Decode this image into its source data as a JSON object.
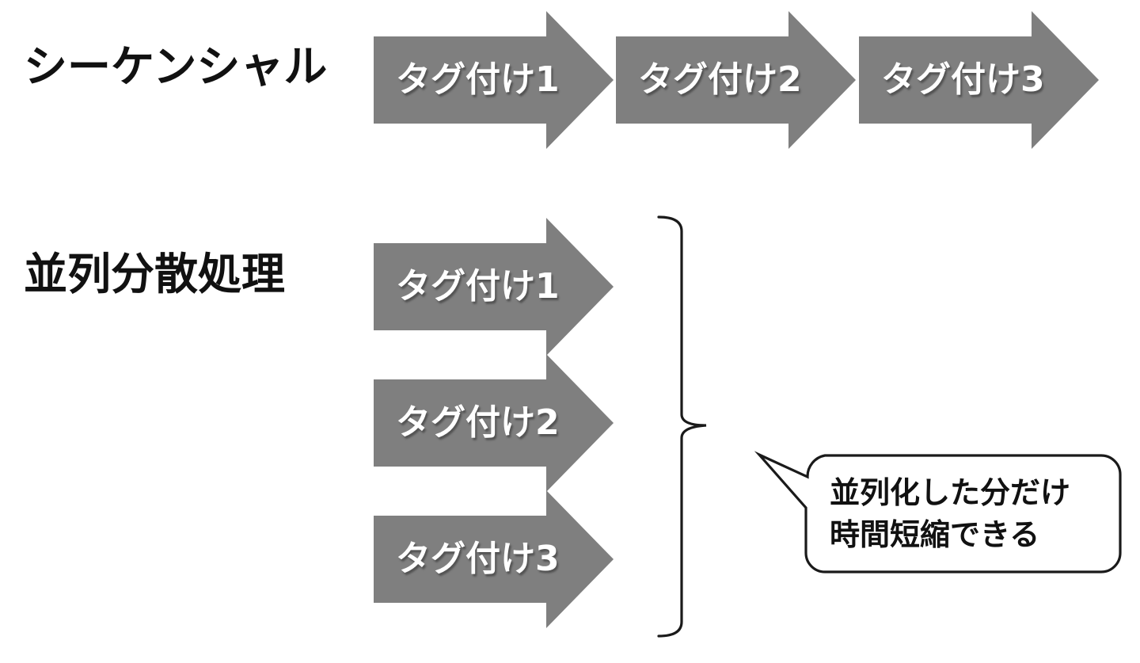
{
  "colors": {
    "background": "#ffffff",
    "arrow_fill": "#7f7f7f",
    "arrow_text": "#ffffff",
    "label_text": "#111111",
    "line": "#1a1a1a",
    "callout_fill": "#ffffff"
  },
  "sequential": {
    "label": "シーケンシャル",
    "arrows": [
      "タグ付け1",
      "タグ付け2",
      "タグ付け3"
    ]
  },
  "parallel": {
    "label": "並列分散処理",
    "arrows": [
      "タグ付け1",
      "タグ付け2",
      "タグ付け3"
    ]
  },
  "callout": {
    "line1": "並列化した分だけ",
    "line2": "時間短縮できる"
  }
}
